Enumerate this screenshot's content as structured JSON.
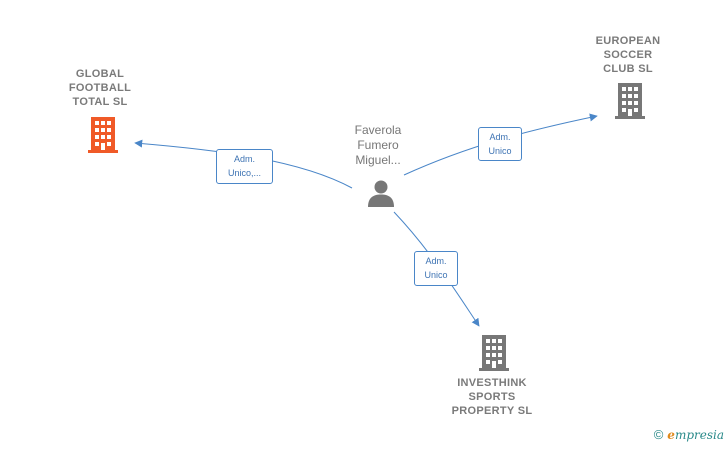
{
  "nodes": {
    "global_football": {
      "lines": [
        "GLOBAL",
        "FOOTBALL",
        "TOTAL  SL"
      ]
    },
    "european_soccer": {
      "lines": [
        "EUROPEAN",
        "SOCCER",
        "CLUB  SL"
      ]
    },
    "investhink": {
      "lines": [
        "INVESTHINK",
        "SPORTS",
        "PROPERTY  SL"
      ]
    },
    "person": {
      "lines": [
        "Faverola",
        "Fumero",
        "Miguel..."
      ]
    }
  },
  "edges": {
    "to_global": {
      "lines": [
        "Adm.",
        "Unico,..."
      ]
    },
    "to_european": {
      "lines": [
        "Adm.",
        "Unico"
      ]
    },
    "to_investhink": {
      "lines": [
        "Adm.",
        "Unico"
      ]
    }
  },
  "colors": {
    "highlight_building": "#f05a28",
    "building": "#777777",
    "edge": "#4a86c8"
  },
  "brand": {
    "copyright": "©",
    "e": "e",
    "name": "mpresia"
  }
}
